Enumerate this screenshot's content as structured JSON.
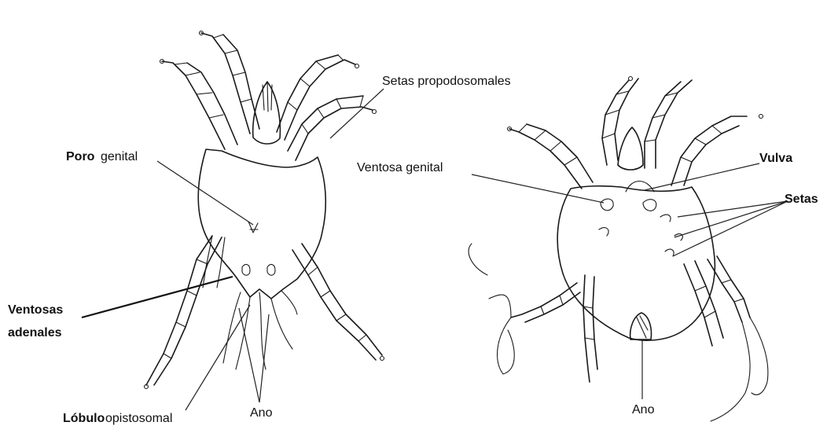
{
  "figure": {
    "left_specimen": {
      "labels": {
        "setas_propodosomales": "Setas propodosomales",
        "poro_genital_1": "Poro",
        "poro_genital_2": "genital",
        "ventosas_adenales_1": "Ventosas",
        "ventosas_adenales_2": "adenales",
        "lobulo_opistosomal_1": "Lóbulo",
        "lobulo_opistosomal_2": "opistosomal",
        "ano": "Ano"
      }
    },
    "right_specimen": {
      "labels": {
        "ventosa_genital": "Ventosa genital",
        "vulva": "Vulva",
        "setas": "Setas",
        "ano": "Ano"
      }
    }
  }
}
